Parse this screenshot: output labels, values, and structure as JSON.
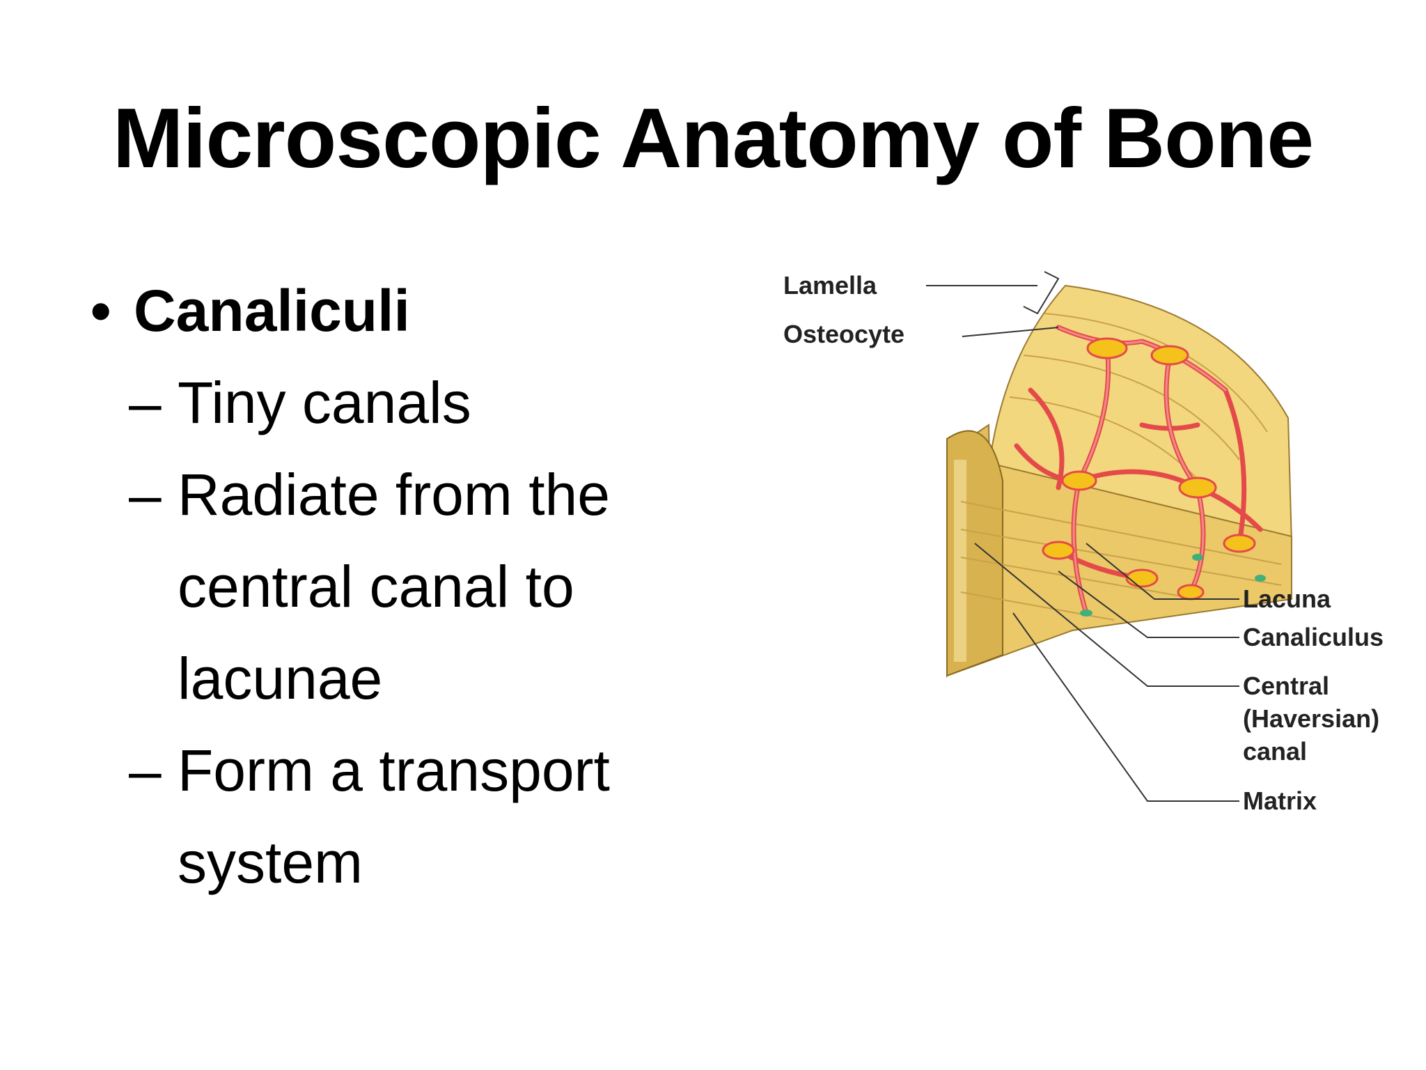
{
  "slide": {
    "title": "Microscopic Anatomy of Bone"
  },
  "bullets": {
    "main": "Canaliculi",
    "subitems": [
      "Tiny canals",
      "Radiate from the central canal to lacunae",
      "Form a transport system"
    ]
  },
  "diagram": {
    "labels": {
      "lamella": "Lamella",
      "osteocyte": "Osteocyte",
      "lacuna": "Lacuna",
      "canaliculus": "Canaliculus",
      "central_line1": "Central",
      "central_line2": "(Haversian)",
      "central_line3": "canal",
      "matrix": "Matrix"
    },
    "colors": {
      "bone": "#f3d77e",
      "bone_shadow": "#e2bd5f",
      "canal_red": "#e44a4a",
      "osteocyte_yellow": "#f5c21b",
      "lacuna_green": "#3fb07a"
    }
  }
}
